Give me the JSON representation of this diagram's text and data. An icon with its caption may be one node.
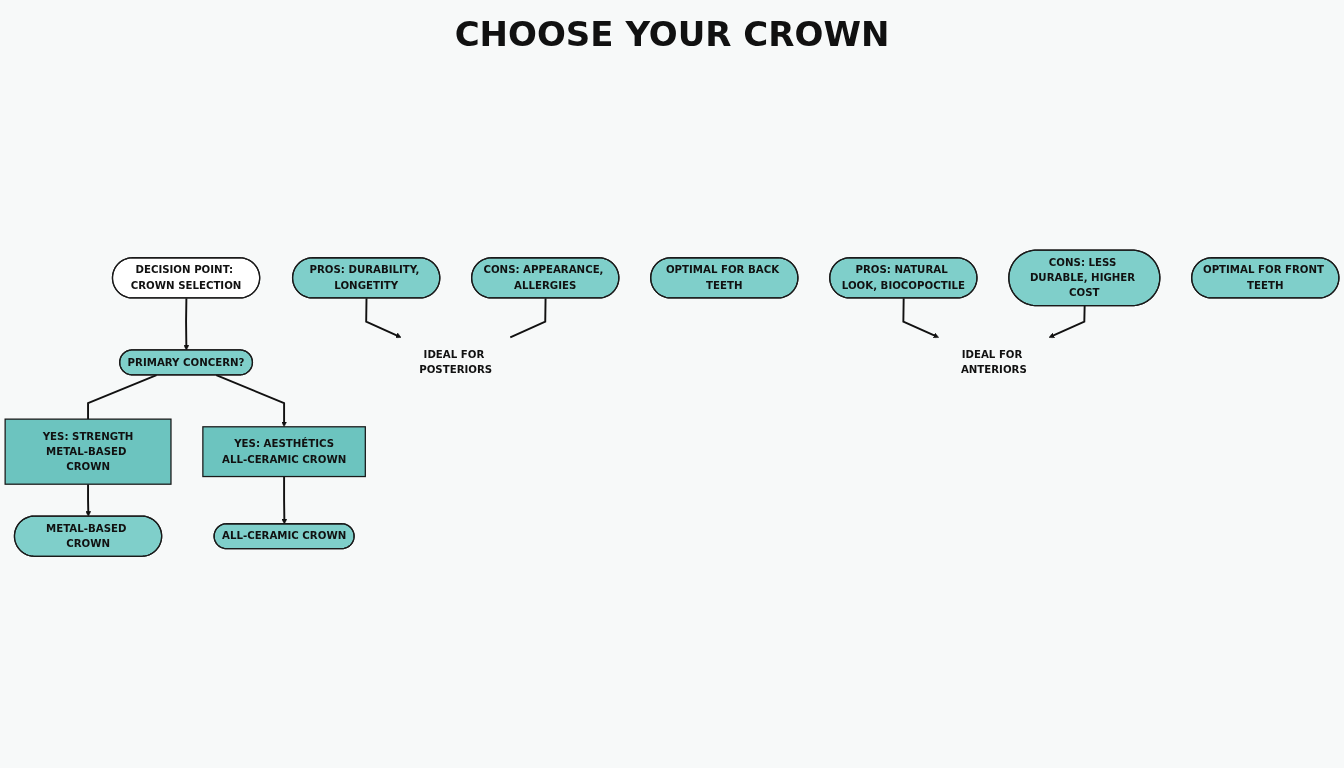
{
  "diagram": {
    "title": "CHOOSE YOUR CROWN",
    "nodes": [
      {
        "text": [
          "DECISION POINT: CROWN SELECTION"
        ]
      },
      {
        "text": [
          "PRIMARY CONCERN?"
        ]
      },
      {
        "text": [
          "YES: STRENGTH",
          "METAL-BASED CROWN"
        ]
      },
      {
        "text": [
          "YES: AESTHÉTICS",
          "ALL-CERAMIC CROWN"
        ]
      },
      {
        "text": [
          "METAL-BASED CROWN"
        ]
      },
      {
        "text": [
          "PROS: DURABILITY, LONGETITY"
        ]
      },
      {
        "text": [
          "CONS: APPEARANCE, ALLERGIES"
        ]
      },
      {
        "text": [
          "IDEAL FOR POSTERIORS"
        ]
      },
      {
        "text": [
          "OPTIMAL FOR BACK TEETH"
        ]
      },
      {
        "text": [
          "ALL-CERAMIC CROWN"
        ]
      },
      {
        "text": [
          "PROS: NATURAL LOOK, BIOCOPOCTILE"
        ]
      },
      {
        "text": [
          "CONS: LESS DURABLE, HIGHER COST"
        ]
      },
      {
        "text": [
          "IDEAL FOR ANTERIORS"
        ]
      },
      {
        "text": [
          "OPTIMAL FOR FRONT TEETH"
        ]
      }
    ],
    "edges": [
      {
        "from": 0,
        "to": 1,
        "arrow": "to"
      },
      {
        "from": 1,
        "to": 2,
        "arrow": "none"
      },
      {
        "from": 1,
        "to": 3,
        "arrow": "to"
      },
      {
        "from": 2,
        "to": 4,
        "arrow": "to"
      },
      {
        "from": 3,
        "to": 9,
        "arrow": "to"
      },
      {
        "from": 5,
        "to": 7,
        "arrow": "to"
      },
      {
        "from": 6,
        "to": 7,
        "arrow": "none"
      },
      {
        "from": 10,
        "to": 12,
        "arrow": "to"
      },
      {
        "from": 11,
        "to": 12,
        "arrow": "to"
      }
    ]
  }
}
